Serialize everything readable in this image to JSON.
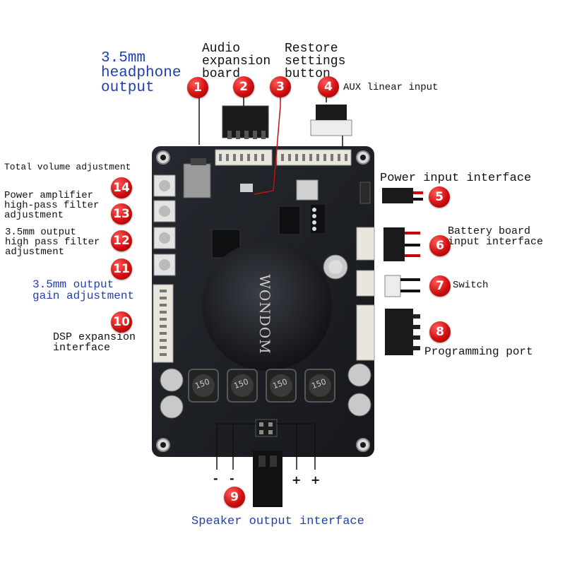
{
  "brand": "WONDOM",
  "capacitor_marking": "150",
  "labels": {
    "l1": "3.5mm\nheadphone\noutput",
    "l2": "Audio\nexpansion\nboard",
    "l3": "Restore\nsettings\nbutton",
    "l4": "AUX linear input",
    "l5": "Power input interface",
    "l6": "Battery board\ninput interface",
    "l7": "Switch",
    "l8": "Programming port",
    "l9": "Speaker output interface",
    "l10": "DSP expansion\ninterface",
    "l11": "3.5mm output\ngain adjustment",
    "l12": "3.5mm output\nhigh pass filter\nadjustment",
    "l13": "Power amplifier\nhigh-pass filter\nadjustment",
    "l14": "Total volume adjustment"
  },
  "badges": {
    "b1": "1",
    "b2": "2",
    "b3": "3",
    "b4": "4",
    "b5": "5",
    "b6": "6",
    "b7": "7",
    "b8": "8",
    "b9": "9",
    "b10": "10",
    "b11": "11",
    "b12": "12",
    "b13": "13",
    "b14": "14"
  },
  "polarity": {
    "minus": "-",
    "plus": "+"
  },
  "colors": {
    "badge": "#d11010",
    "pcb": "#1c1f24",
    "label_blue": "#1f3fb0"
  }
}
